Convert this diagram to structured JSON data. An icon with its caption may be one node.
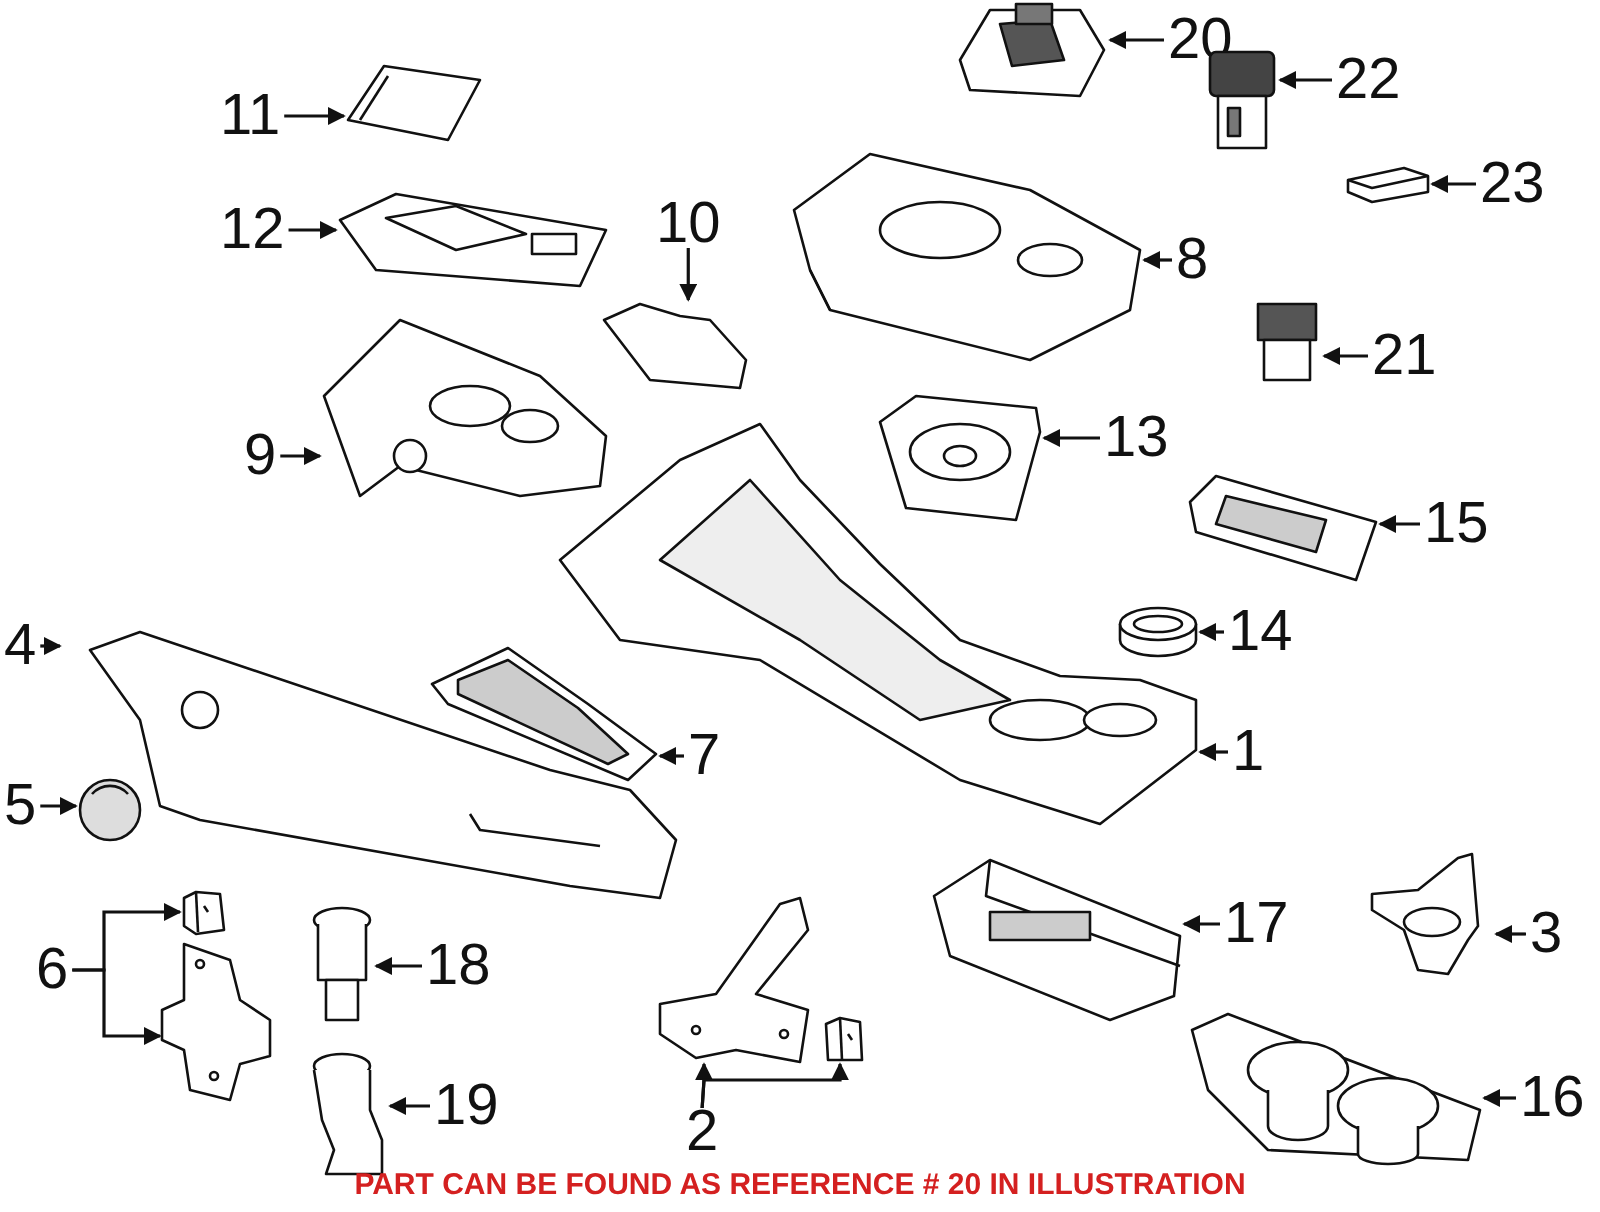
{
  "diagram": {
    "caption": "PART CAN BE FOUND AS REFERENCE # 20 IN ILLUSTRATION",
    "nodes": [
      {
        "text": [
          "20"
        ]
      },
      {
        "text": [],
        "shape": "picture"
      },
      {
        "text": [
          "11"
        ]
      },
      {
        "text": [],
        "shape": "picture"
      },
      {
        "text": [
          "22"
        ]
      },
      {
        "text": [],
        "shape": "picture"
      },
      {
        "text": [
          "23"
        ]
      },
      {
        "text": [],
        "shape": "picture"
      },
      {
        "text": [
          "12"
        ]
      },
      {
        "text": [],
        "shape": "picture"
      },
      {
        "text": [
          "10"
        ]
      },
      {
        "text": [],
        "shape": "picture"
      },
      {
        "text": [
          "8"
        ]
      },
      {
        "text": [],
        "shape": "picture"
      },
      {
        "text": [
          "21"
        ]
      },
      {
        "text": [],
        "shape": "picture"
      },
      {
        "text": [
          "9"
        ]
      },
      {
        "text": [],
        "shape": "picture"
      },
      {
        "text": [
          "13"
        ]
      },
      {
        "text": [],
        "shape": "picture"
      },
      {
        "text": [
          "15"
        ]
      },
      {
        "text": [],
        "shape": "picture"
      },
      {
        "text": [
          "4"
        ]
      },
      {
        "text": [],
        "shape": "picture"
      },
      {
        "text": [
          "14"
        ]
      },
      {
        "text": [],
        "shape": "picture"
      },
      {
        "text": [
          "7"
        ]
      },
      {
        "text": [],
        "shape": "picture"
      },
      {
        "text": [
          "1"
        ]
      },
      {
        "text": [],
        "shape": "picture"
      },
      {
        "text": [
          "5"
        ]
      },
      {
        "text": [],
        "shape": "picture"
      },
      {
        "text": [
          "17"
        ]
      },
      {
        "text": [],
        "shape": "picture"
      },
      {
        "text": [
          "3"
        ]
      },
      {
        "text": [],
        "shape": "picture"
      },
      {
        "text": [
          "6"
        ]
      },
      {
        "text": [],
        "shape": "picture"
      },
      {
        "text": [],
        "shape": "picture"
      },
      {
        "text": [
          "18"
        ]
      },
      {
        "text": [],
        "shape": "picture"
      },
      {
        "text": [
          "16"
        ]
      },
      {
        "text": [],
        "shape": "picture"
      },
      {
        "text": [
          "19"
        ]
      },
      {
        "text": [],
        "shape": "picture"
      },
      {
        "text": [
          "2"
        ]
      },
      {
        "text": [],
        "shape": "picture"
      },
      {
        "text": [],
        "shape": "picture"
      }
    ],
    "edges": [
      {
        "from": 0,
        "to": 1,
        "arrow": "to"
      },
      {
        "from": 2,
        "to": 3,
        "arrow": "to"
      },
      {
        "from": 4,
        "to": 5,
        "arrow": "to"
      },
      {
        "from": 6,
        "to": 7,
        "arrow": "to"
      },
      {
        "from": 8,
        "to": 9,
        "arrow": "to"
      },
      {
        "from": 10,
        "to": 11,
        "arrow": "to"
      },
      {
        "from": 12,
        "to": 13,
        "arrow": "to"
      },
      {
        "from": 14,
        "to": 15,
        "arrow": "to"
      },
      {
        "from": 16,
        "to": 17,
        "arrow": "to"
      },
      {
        "from": 18,
        "to": 19,
        "arrow": "to"
      },
      {
        "from": 20,
        "to": 21,
        "arrow": "to"
      },
      {
        "from": 22,
        "to": 23,
        "arrow": "to"
      },
      {
        "from": 24,
        "to": 25,
        "arrow": "to"
      },
      {
        "from": 26,
        "to": 27,
        "arrow": "to"
      },
      {
        "from": 28,
        "to": 29,
        "arrow": "to"
      },
      {
        "from": 30,
        "to": 31,
        "arrow": "to"
      },
      {
        "from": 32,
        "to": 33,
        "arrow": "to"
      },
      {
        "from": 34,
        "to": 35,
        "arrow": "to"
      },
      {
        "from": 36,
        "to": 37,
        "arrow": "to"
      },
      {
        "from": 36,
        "to": 38,
        "arrow": "to"
      },
      {
        "from": 39,
        "to": 40,
        "arrow": "to"
      },
      {
        "from": 41,
        "to": 42,
        "arrow": "to"
      },
      {
        "from": 43,
        "to": 44,
        "arrow": "to"
      },
      {
        "from": 45,
        "to": 46,
        "arrow": "to"
      },
      {
        "from": 45,
        "to": 47,
        "arrow": "to"
      }
    ]
  }
}
